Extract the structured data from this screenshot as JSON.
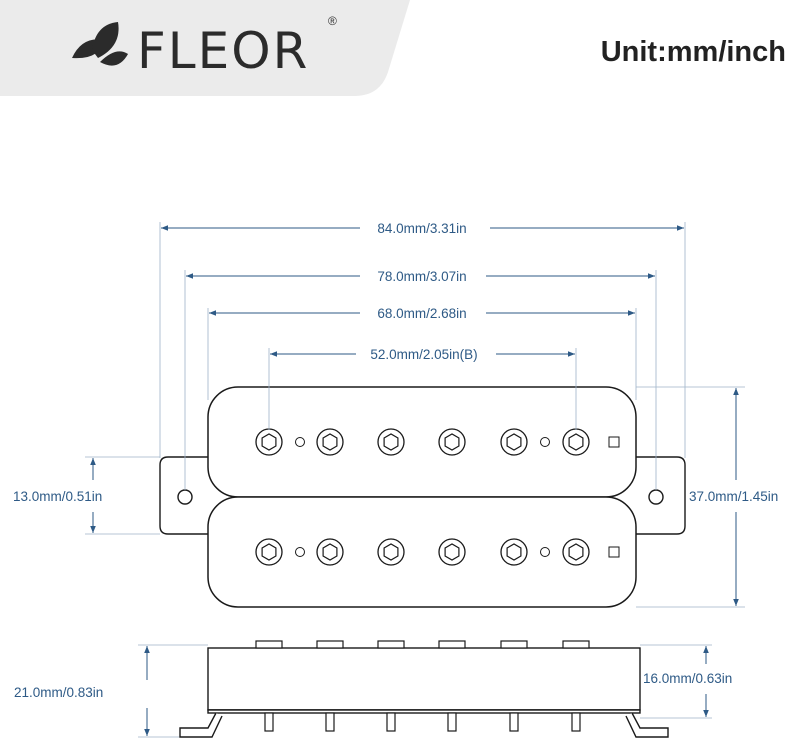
{
  "brand": {
    "name": "FLEOR",
    "registered": "®",
    "logo_icon": "leaf-logo-icon"
  },
  "unit_label": "Unit:mm/inch",
  "dimensions": {
    "overall_width": "84.0mm/3.31in",
    "mount_hole_spacing": "78.0mm/3.07in",
    "cover_width": "68.0mm/2.68in",
    "pole_spacing": "52.0mm/2.05in(B)",
    "mount_tab_height": "13.0mm/0.51in",
    "overall_length": "37.0mm/1.45in",
    "total_height": "21.0mm/0.83in",
    "body_height": "16.0mm/0.63in"
  },
  "colors": {
    "dim_line": "#2e5a86",
    "outline": "#1a1a1a",
    "header_bg": "#ebebeb"
  }
}
